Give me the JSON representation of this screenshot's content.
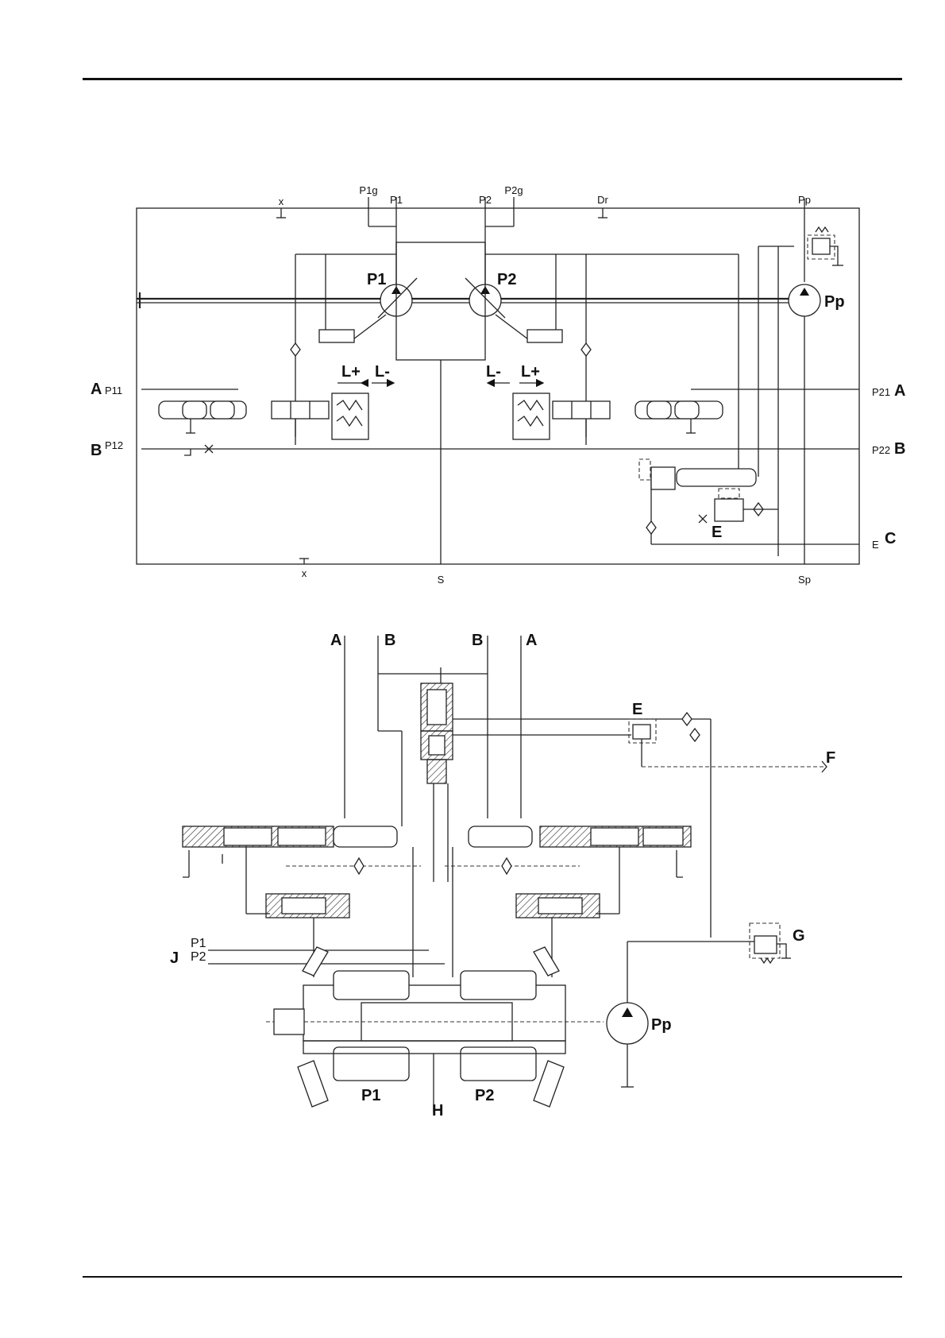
{
  "schematic": {
    "ports_top": [
      "x",
      "P1g",
      "P1",
      "P2",
      "P2g",
      "Dr",
      "Pp"
    ],
    "ports_bottom": [
      "x",
      "S",
      "Sp"
    ],
    "left_ports": {
      "a_letter": "A",
      "a_code": "P11",
      "b_letter": "B",
      "b_code": "P12"
    },
    "right_ports": {
      "a_letter": "A",
      "a_code": "P21",
      "b_letter": "B",
      "b_code": "P22",
      "c_letter": "C",
      "c_code": "E"
    },
    "pumps": {
      "p1": "P1",
      "p2": "P2",
      "pp": "Pp"
    },
    "arrows": {
      "l_plus_left": "L+",
      "l_minus_left": "L-",
      "l_minus_right": "L-",
      "l_plus_right": "L+"
    },
    "valve_e": "E"
  },
  "sectional": {
    "top_labels": [
      "A",
      "B",
      "B",
      "A"
    ],
    "e_label": "E",
    "f_label": "F",
    "g_label": "G",
    "j_label": "J",
    "j_lines": [
      "P1",
      "P2"
    ],
    "pp_label": "Pp",
    "p1_label": "P1",
    "p2_label": "P2",
    "h_label": "H"
  }
}
